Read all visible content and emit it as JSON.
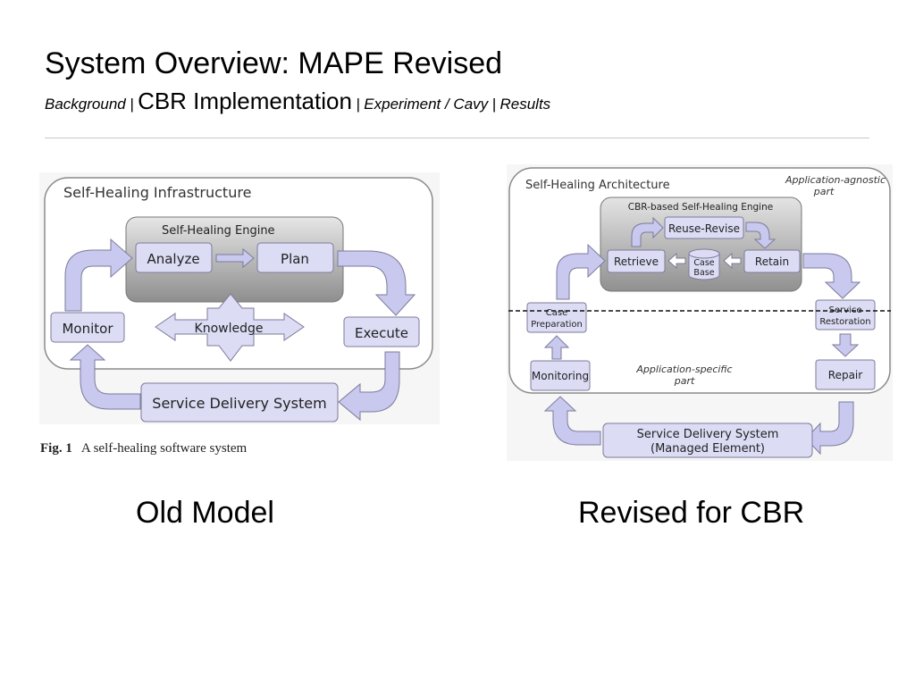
{
  "slide": {
    "title": "System Overview: MAPE Revised",
    "breadcrumb": {
      "item1": "Background",
      "sep1": "|",
      "current": "CBR Implementation",
      "sep2": "|",
      "item3": "Experiment / Cavy",
      "sep3": "|",
      "item4": "Results"
    }
  },
  "old_model": {
    "frame_title": "Self-Healing Infrastructure",
    "engine_title": "Self-Healing Engine",
    "analyze": "Analyze",
    "plan": "Plan",
    "knowledge": "Knowledge",
    "monitor": "Monitor",
    "execute": "Execute",
    "service": "Service Delivery System",
    "fig_label": "Fig. 1",
    "fig_caption": "A self-healing software system"
  },
  "revised_model": {
    "frame_title": "Self-Healing Architecture",
    "agnostic_1": "Application-agnostic",
    "agnostic_2": "part",
    "engine_title": "CBR-based Self-Healing Engine",
    "reuse_revise": "Reuse-Revise",
    "retrieve": "Retrieve",
    "case_base_1": "Case",
    "case_base_2": "Base",
    "retain": "Retain",
    "case_prep_1": "Case",
    "case_prep_2": "Preparation",
    "service_rest_1": "Service",
    "service_rest_2": "Restoration",
    "monitoring": "Monitoring",
    "repair": "Repair",
    "specific_1": "Application-specific",
    "specific_2": "part",
    "service_1": "Service Delivery System",
    "service_2": "(Managed Element)"
  },
  "captions": {
    "left": "Old Model",
    "right": "Revised for CBR"
  },
  "colors": {
    "box_fill": "#dcdcf5",
    "box_stroke": "#7b7b9a",
    "arrow_fill": "#c9c9f0",
    "engine_fill": "#a8a8a8",
    "frame_stroke": "#8a8a8a"
  }
}
